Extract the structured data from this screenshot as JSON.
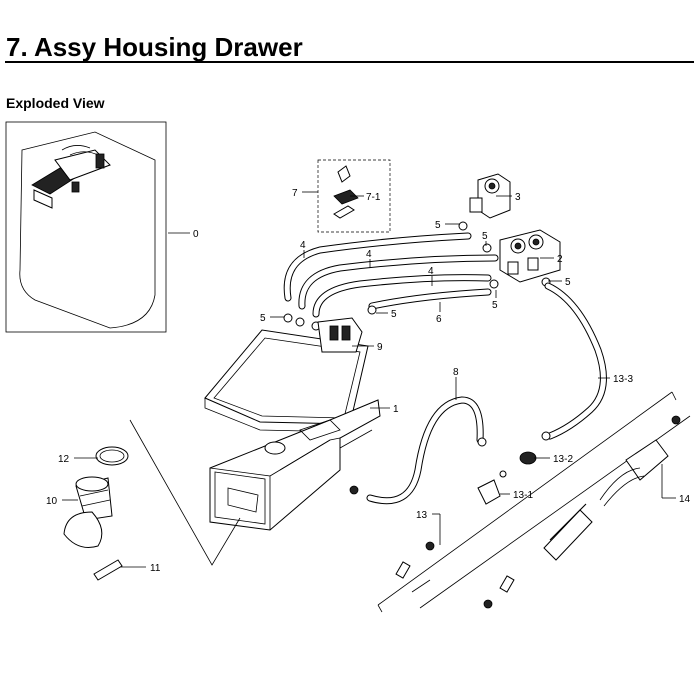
{
  "page": {
    "title": "7.  Assy Housing Drawer",
    "section": "Exploded View"
  },
  "callouts": {
    "c0": "0",
    "c1": "1",
    "c2": "2",
    "c3": "3",
    "c4a": "4",
    "c4b": "4",
    "c4c": "4",
    "c5a": "5",
    "c5b": "5",
    "c5c": "5",
    "c5d": "5",
    "c5e": "5",
    "c5f": "5",
    "c6": "6",
    "c7": "7",
    "c7_1": "7-1",
    "c8": "8",
    "c9": "9",
    "c10": "10",
    "c11": "11",
    "c12": "12",
    "c13": "13",
    "c13_1": "13-1",
    "c13_2": "13-2",
    "c13_3": "13-3",
    "c14": "14"
  }
}
